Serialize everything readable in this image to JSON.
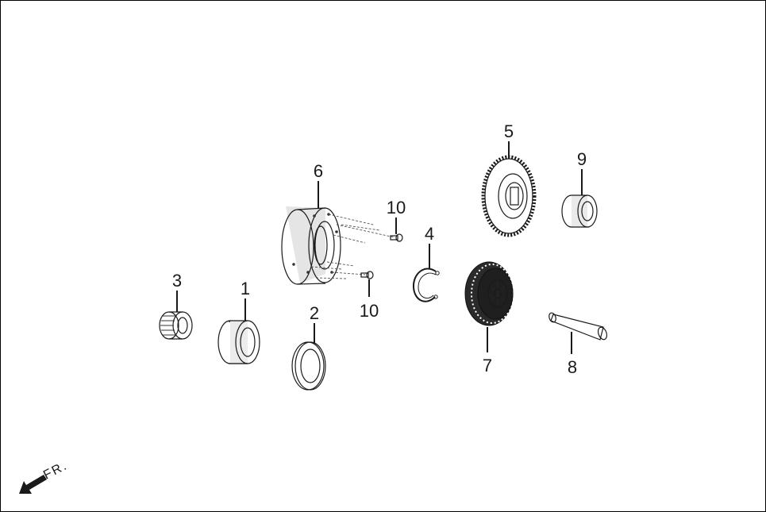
{
  "callouts": [
    {
      "id": "1",
      "label": "1"
    },
    {
      "id": "2",
      "label": "2"
    },
    {
      "id": "3",
      "label": "3"
    },
    {
      "id": "4",
      "label": "4"
    },
    {
      "id": "5",
      "label": "5"
    },
    {
      "id": "6",
      "label": "6"
    },
    {
      "id": "7",
      "label": "7"
    },
    {
      "id": "8",
      "label": "8"
    },
    {
      "id": "9",
      "label": "9"
    },
    {
      "id": "10a",
      "label": "10"
    },
    {
      "id": "10b",
      "label": "10"
    }
  ],
  "direction_indicator": {
    "label": "FR.",
    "icon": "front-arrow-icon"
  }
}
